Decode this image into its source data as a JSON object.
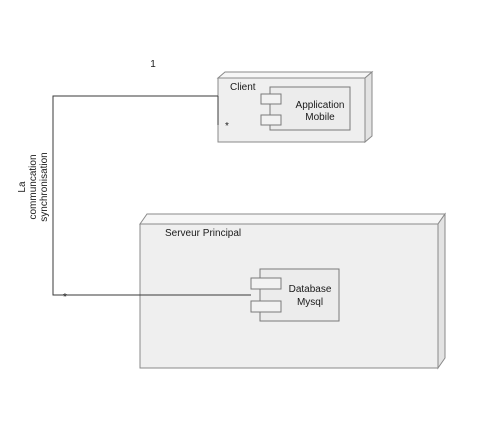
{
  "diagram": {
    "type": "deployment",
    "nodes": {
      "client": {
        "label": "Client",
        "component": {
          "line1": "Application",
          "line2": "Mobile"
        }
      },
      "server": {
        "label": "Serveur Principal",
        "component": {
          "line1": "Database",
          "line2": "Mysql"
        }
      }
    },
    "association": {
      "name_line1": "La",
      "name_line2": "communcation",
      "name_line3": "synchronisation",
      "multiplicity_top": "1",
      "multiplicity_client": "*",
      "multiplicity_server": "*"
    }
  }
}
